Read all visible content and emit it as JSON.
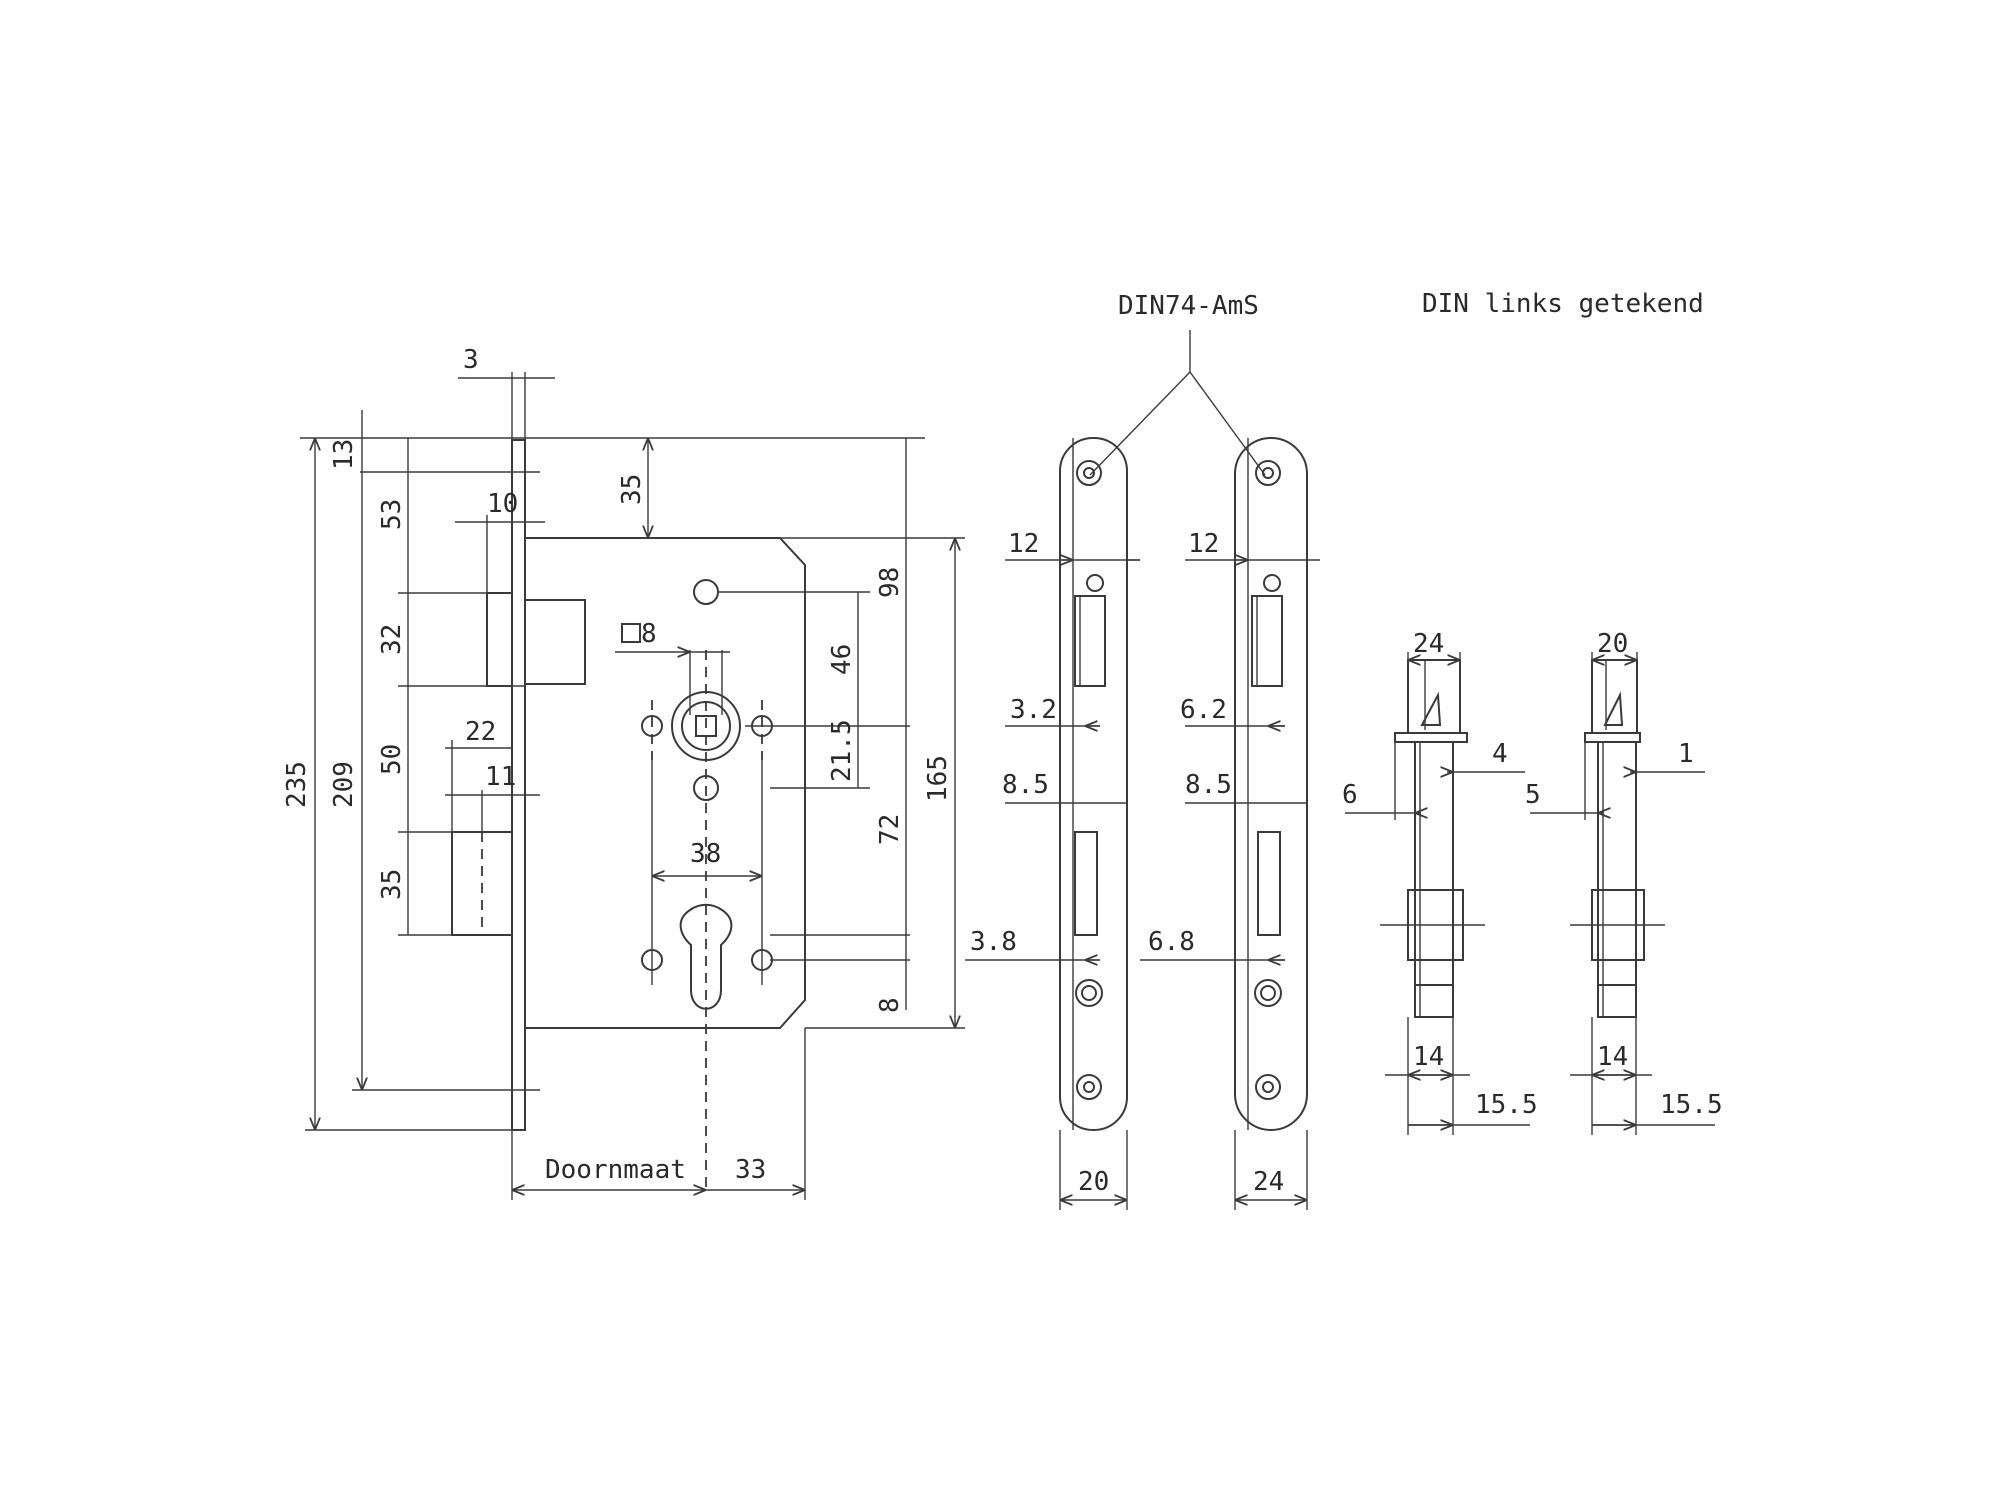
{
  "labels": {
    "din_code": "DIN74-AmS",
    "din_note": "DIN links getekend",
    "doornmaat": "Doornmaat"
  },
  "dims": {
    "d3": "3",
    "d13": "13",
    "d35_top": "35",
    "d10": "10",
    "d53": "53",
    "d32": "32",
    "d98": "98",
    "d8_square": "8",
    "d46": "46",
    "d22": "22",
    "d11": "11",
    "d50": "50",
    "d21_5": "21.5",
    "d165": "165",
    "d235": "235",
    "d209": "209",
    "d38": "38",
    "d72": "72",
    "d35_bottom": "35",
    "d8_bottom": "8",
    "d33": "33",
    "fp1_12": "12",
    "fp1_3_2": "3.2",
    "fp1_8_5": "8.5",
    "fp1_3_8": "3.8",
    "fp1_20": "20",
    "fp2_12": "12",
    "fp2_6_2": "6.2",
    "fp2_8_5": "8.5",
    "fp2_6_8": "6.8",
    "fp2_24": "24",
    "s1_24": "24",
    "s1_4": "4",
    "s1_6": "6",
    "s1_14": "14",
    "s1_15_5": "15.5",
    "s2_20": "20",
    "s2_1": "1",
    "s2_5": "5",
    "s2_14": "14",
    "s2_15_5": "15.5"
  }
}
